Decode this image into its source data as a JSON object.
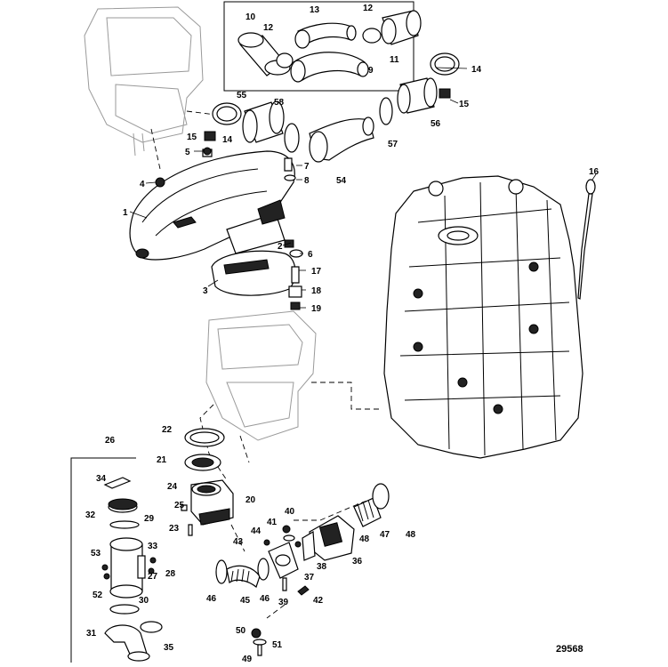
{
  "drawing_number": "29568",
  "callouts": {
    "c1": "1",
    "c2": "2",
    "c3": "3",
    "c4": "4",
    "c5": "5",
    "c6": "6",
    "c7": "7",
    "c8": "8",
    "c9": "9",
    "c10": "10",
    "c11": "11",
    "c12a": "12",
    "c12b": "12",
    "c13": "13",
    "c14a": "14",
    "c14b": "14",
    "c15a": "15",
    "c15b": "15",
    "c16": "16",
    "c17": "17",
    "c18": "18",
    "c19": "19",
    "c20": "20",
    "c21": "21",
    "c22": "22",
    "c23": "23",
    "c24": "24",
    "c25": "25",
    "c26": "26",
    "c27": "27",
    "c28": "28",
    "c29": "29",
    "c30": "30",
    "c31": "31",
    "c32": "32",
    "c33": "33",
    "c34": "34",
    "c35": "35",
    "c36": "36",
    "c37": "37",
    "c38": "38",
    "c39": "39",
    "c40": "40",
    "c41": "41",
    "c42": "42",
    "c43": "43",
    "c44": "44",
    "c45": "45",
    "c46a": "46",
    "c46b": "46",
    "c47": "47",
    "c48a": "48",
    "c48b": "48",
    "c49": "49",
    "c50": "50",
    "c51": "51",
    "c52": "52",
    "c53": "53",
    "c54": "54",
    "c55": "55",
    "c56": "56",
    "c57": "57",
    "c58": "58"
  }
}
